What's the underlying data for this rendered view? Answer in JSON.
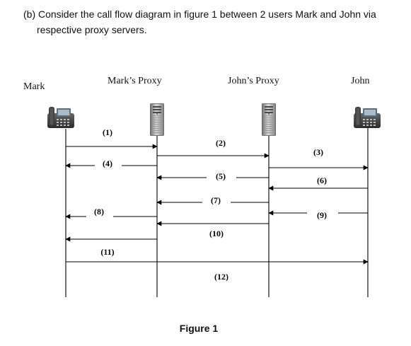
{
  "question": {
    "line1": "(b) Consider the call flow diagram in figure 1 between 2 users Mark and John via",
    "line2": "respective proxy servers."
  },
  "participants": [
    {
      "id": "mark",
      "label": "Mark",
      "icon": "ip-phone-icon"
    },
    {
      "id": "mark_proxy",
      "label": "Mark’s Proxy",
      "icon": "server-icon"
    },
    {
      "id": "john_proxy",
      "label": "John’s Proxy",
      "icon": "server-icon"
    },
    {
      "id": "john",
      "label": "John",
      "icon": "ip-phone-icon"
    }
  ],
  "messages": [
    {
      "label": "(1)",
      "from": "mark",
      "to": "mark_proxy"
    },
    {
      "label": "(2)",
      "from": "mark_proxy",
      "to": "john_proxy"
    },
    {
      "label": "(3)",
      "from": "john_proxy",
      "to": "john"
    },
    {
      "label": "(4)",
      "from": "mark_proxy",
      "to": "mark"
    },
    {
      "label": "(5)",
      "from": "john_proxy",
      "to": "mark_proxy"
    },
    {
      "label": "(6)",
      "from": "john",
      "to": "john_proxy"
    },
    {
      "label": "(7)",
      "from": "john_proxy",
      "to": "mark_proxy"
    },
    {
      "label": "(8)",
      "from": "mark_proxy",
      "to": "mark"
    },
    {
      "label": "(9)",
      "from": "john",
      "to": "john_proxy"
    },
    {
      "label": "(10)",
      "from": "john_proxy",
      "to": "mark_proxy"
    },
    {
      "label": "(11)",
      "from": "mark",
      "to": "john"
    },
    {
      "label": "(12)",
      "from": "",
      "to": ""
    }
  ],
  "caption": "Figure 1"
}
